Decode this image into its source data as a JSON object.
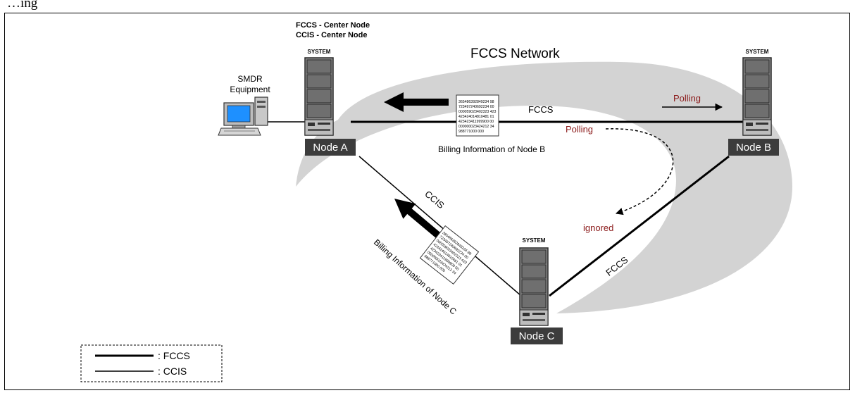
{
  "page_caption_fragment": "…ing",
  "network_label": "FCCS Network",
  "center_node_labels": [
    "FCCS - Center Node",
    "CCIS - Center Node"
  ],
  "system_label": "SYSTEM",
  "nodes": {
    "a": {
      "label": "Node A"
    },
    "b": {
      "label": "Node B"
    },
    "c": {
      "label": "Node C"
    }
  },
  "smdr_label": [
    "SMDR",
    "Equipment"
  ],
  "links": {
    "a_b": "FCCS",
    "a_c": "CCIS",
    "b_c": "FCCS"
  },
  "polling_labels": [
    "Polling",
    "Polling"
  ],
  "ignored_label": "ignored",
  "billing_b_caption": "Billing Information of Node B",
  "billing_c_caption": "Billing Information of Node C",
  "billing_b_doc_lines": [
    "365486392849234 98",
    "723497240692234 00",
    "000059023402323 423",
    "423424014810481 01",
    "423423411999900 00",
    "000000023424212 34",
    "988771000 000"
  ],
  "billing_c_doc_lines": [
    "365486392849234 98",
    "723497240692234 00",
    "000059023402323 423",
    "423424014810481 01",
    "423423411999900 00",
    "000000023424212 34",
    "988771000 000"
  ],
  "legend": {
    "fccs": ": FCCS",
    "ccis": ": CCIS"
  },
  "colors": {
    "network_fill": "#d3d3d3",
    "label_accent": "#8b1a1a",
    "node_label_bg": "#3c3c3c",
    "node_label_text": "#ffffff",
    "monitor_screen": "#1e90ff"
  }
}
